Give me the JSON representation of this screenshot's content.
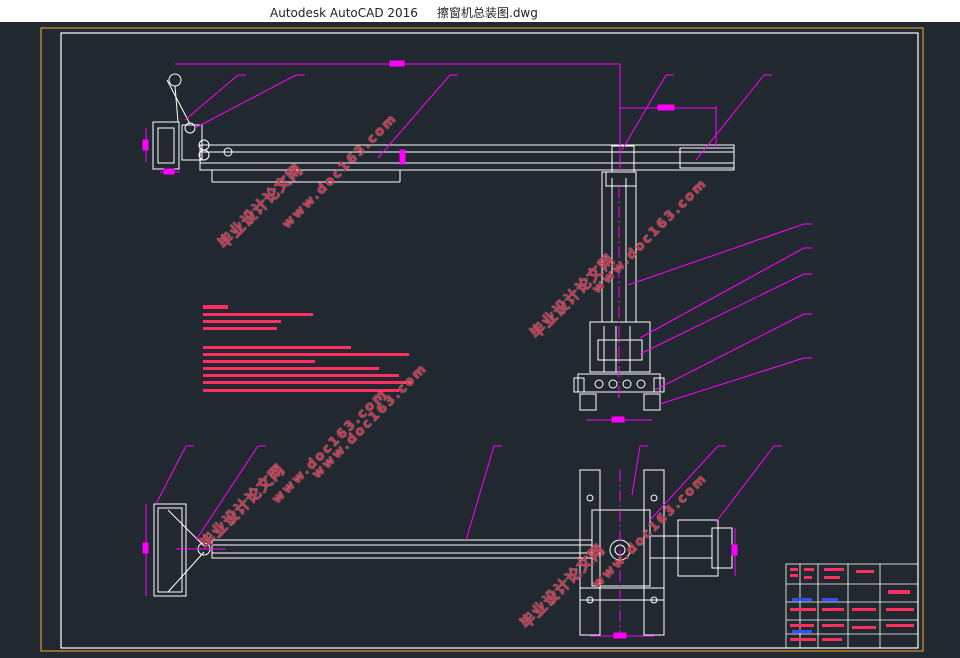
{
  "window": {
    "app_name": "Autodesk AutoCAD 2016",
    "file_name": "擦窗机总装图.dwg"
  },
  "watermarks": {
    "cn_text": "毕业设计论文网",
    "url_text": "www.doc163.com"
  },
  "colors": {
    "background": "#212830",
    "geometry": "#ffffff",
    "leaders": "#ff00ff",
    "dimensions": "#ff00ff",
    "frame_outer": "#d99a2b",
    "notes": "#ff3060",
    "watermark": "#c8324a"
  }
}
